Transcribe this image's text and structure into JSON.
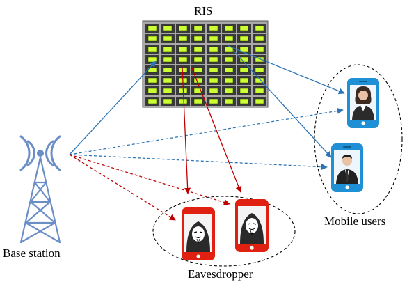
{
  "labels": {
    "ris": "RIS",
    "base_station": "Base station",
    "mobile_users": "Mobile users",
    "eavesdropper": "Eavesdropper"
  },
  "ris_panel": {
    "rows": 8,
    "cols": 8,
    "element_color": "#ccff33",
    "frame_color": "#3a3a3a"
  },
  "colors": {
    "legit_link": "#2e75b6",
    "eve_link": "#c00000",
    "tower": "#6b8ec7",
    "user_phone": "#1f8fd6",
    "eve_phone": "#e02010"
  }
}
